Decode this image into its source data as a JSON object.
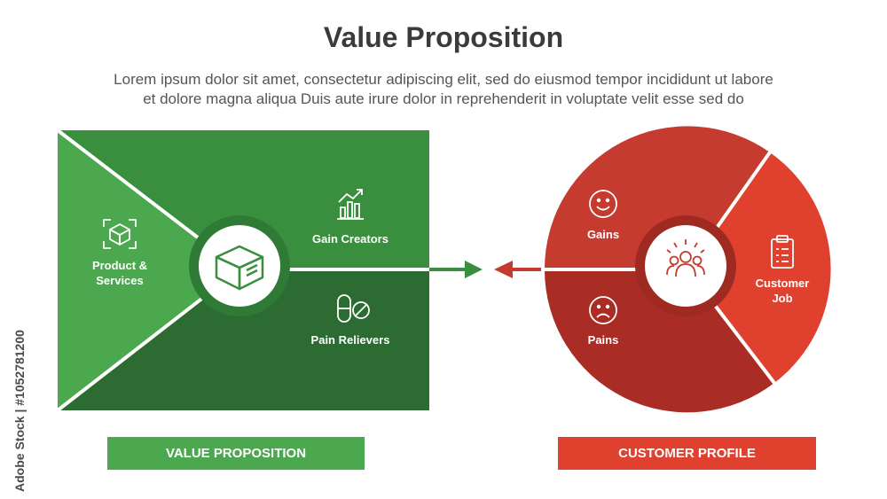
{
  "title": "Value Proposition",
  "subtitle_line1": "Lorem ipsum dolor sit amet, consectetur adipiscing elit, sed do eiusmod tempor incididunt ut labore",
  "subtitle_line2": "et dolore magna aliqua Duis aute irure dolor in reprehenderit in voluptate velit esse sed do",
  "value_proposition": {
    "product_services_line1": "Product &",
    "product_services_line2": "Services",
    "gain_creators": "Gain Creators",
    "pain_relievers": "Pain Relievers",
    "footer_label": "VALUE PROPOSITION"
  },
  "customer_profile": {
    "gains": "Gains",
    "pains": "Pains",
    "customer_job_line1": "Customer",
    "customer_job_line2": "Job",
    "footer_label": "CUSTOMER PROFILE"
  },
  "watermark": "Adobe Stock | #1052781200",
  "colors": {
    "green_light": "#4ca84f",
    "green_mid": "#3a8f3f",
    "green_dark": "#2c6c32",
    "red_top": "#c63b2f",
    "red_bottom": "#a92d24",
    "red_right": "#e0412f"
  },
  "icons": [
    "cube-icon",
    "box-icon",
    "growth-chart-icon",
    "pills-icon",
    "smile-icon",
    "sad-icon",
    "team-icon",
    "clipboard-icon"
  ]
}
